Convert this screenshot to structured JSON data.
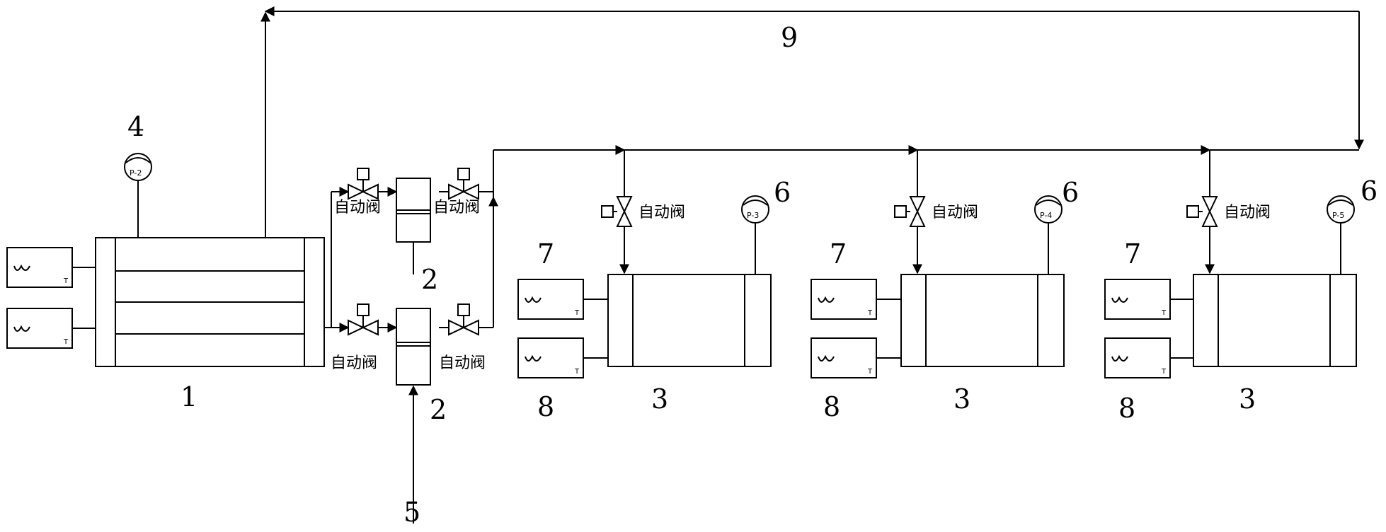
{
  "labels": {
    "tank_main": "1",
    "cylinder_top": "2",
    "cylinder_bottom": "2",
    "tank_a": "3",
    "tank_b": "3",
    "tank_c": "3",
    "gauge_main": "4",
    "inlet": "5",
    "gauge_a": "6",
    "gauge_b": "6",
    "gauge_c": "6",
    "heater_top_a": "7",
    "heater_top_b": "7",
    "heater_top_c": "7",
    "heater_bottom_a": "8",
    "heater_bottom_b": "8",
    "heater_bottom_c": "8",
    "return_line": "9"
  },
  "valve_label": "自动阀",
  "gauges": {
    "main": "P-2",
    "a": "P-3",
    "b": "P-4",
    "c": "P-5"
  },
  "heater_mark": "T"
}
